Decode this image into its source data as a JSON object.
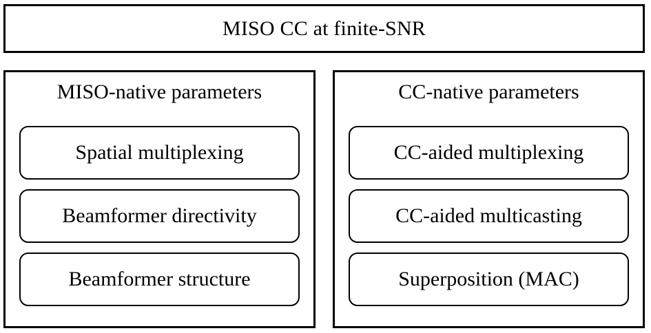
{
  "diagram": {
    "type": "block-hierarchy",
    "title_box": {
      "label": "MISO CC at finite-SNR"
    },
    "panels": [
      {
        "name": "miso-native",
        "heading": "MISO-native parameters",
        "items": [
          {
            "label": "Spatial multiplexing"
          },
          {
            "label": "Beamformer directivity"
          },
          {
            "label": "Beamformer structure"
          }
        ]
      },
      {
        "name": "cc-native",
        "heading": "CC-native parameters",
        "items": [
          {
            "label": "CC-aided multiplexing"
          },
          {
            "label": "CC-aided multicasting"
          },
          {
            "label": "Superposition (MAC)"
          }
        ]
      }
    ],
    "colors": {
      "background": "#ffffff",
      "stroke": "#000000",
      "text": "#000000"
    }
  }
}
